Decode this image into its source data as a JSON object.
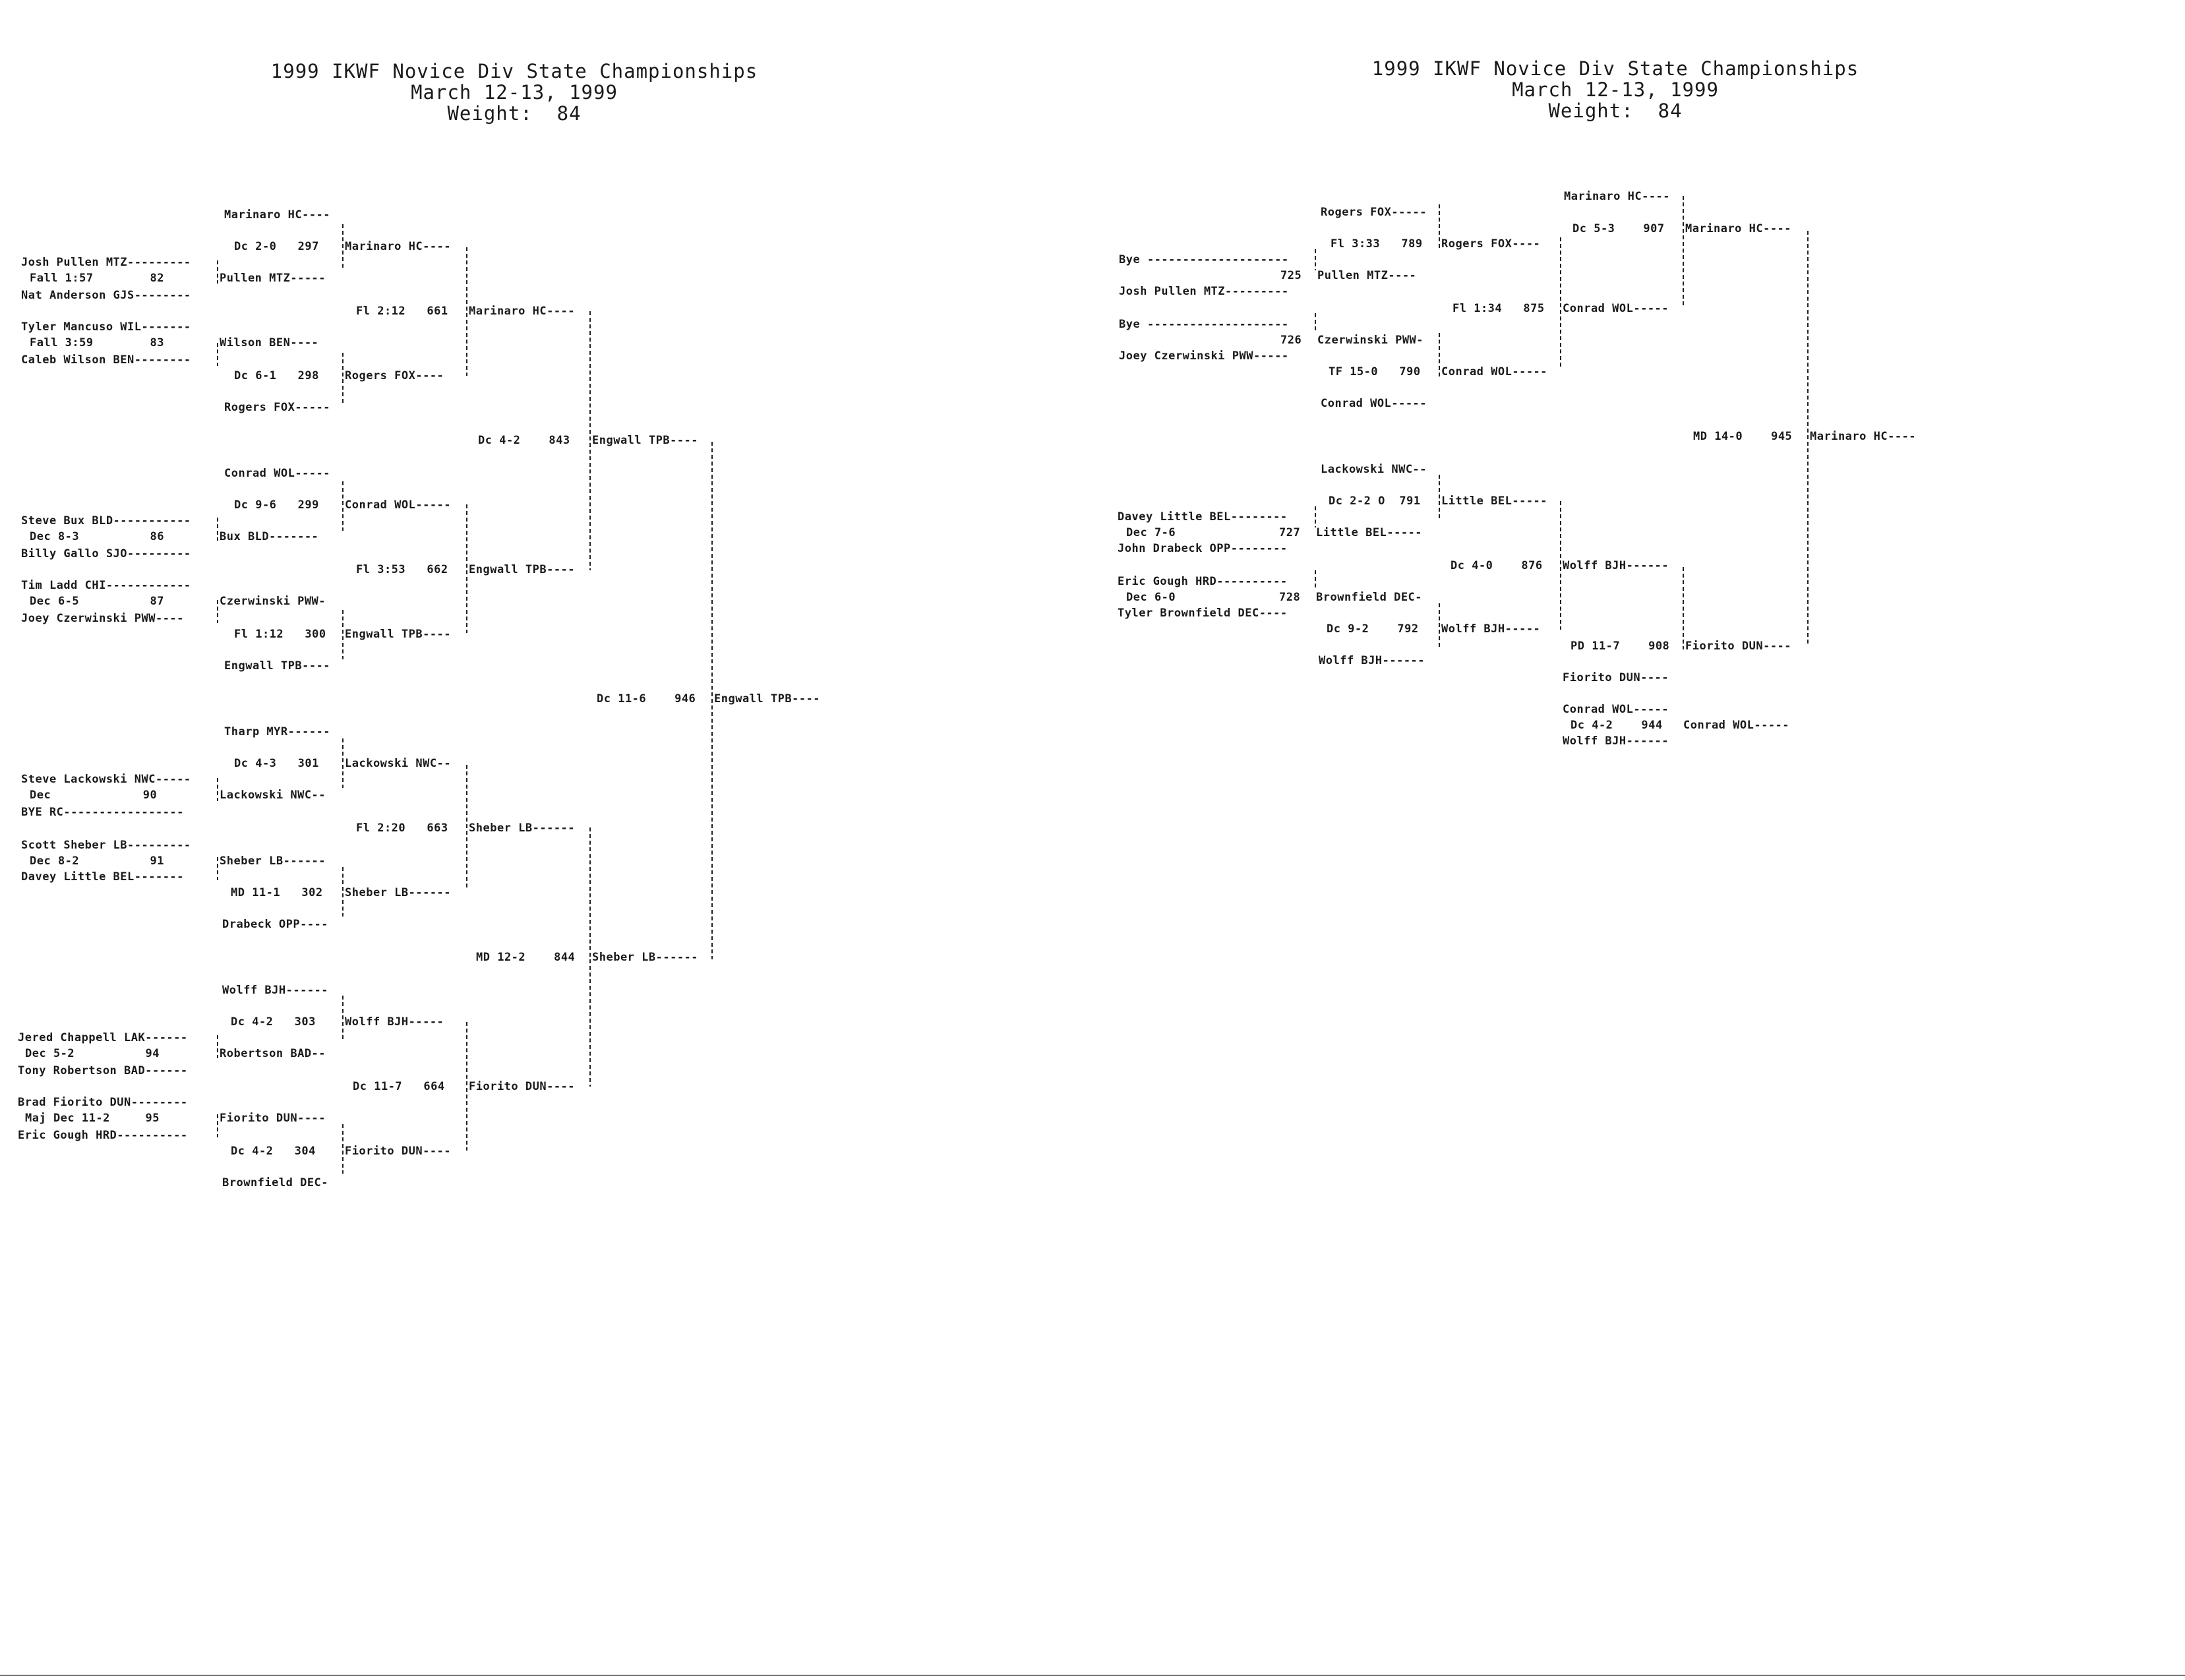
{
  "header_left": {
    "title": "1999 IKWF Novice Div State Championships",
    "date": "March 12-13, 1999",
    "weight": "Weight:  84"
  },
  "header_right": {
    "title": "1999 IKWF Novice Div State Championships",
    "date": "March 12-13, 1999",
    "weight": "Weight:  84"
  },
  "championship": [
    "Marinaro HC----",
    "Dc 2-0   297",
    "Marinaro HC----",
    "Josh Pullen MTZ---------",
    "Fall 1:57        82",
    "Pullen MTZ-----",
    "Nat Anderson GJS--------",
    "Fl 2:12   661",
    "Marinaro HC----",
    "Tyler Mancuso WIL-------",
    "Fall 3:59        83",
    "Wilson BEN----",
    "Caleb Wilson BEN--------",
    "Dc 6-1   298",
    "Rogers FOX----",
    "Rogers FOX-----",
    "Dc 4-2    843",
    "Engwall TPB----",
    "Conrad WOL-----",
    "Dc 9-6   299",
    "Conrad WOL-----",
    "Steve Bux BLD-----------",
    "Dec 8-3          86",
    "Bux BLD-------",
    "Billy Gallo SJO---------",
    "Fl 3:53   662",
    "Engwall TPB----",
    "Tim Ladd CHI------------",
    "Dec 6-5          87",
    "Czerwinski PWW-",
    "Joey Czerwinski PWW----",
    "Fl 1:12   300",
    "Engwall TPB----",
    "Engwall TPB----",
    "Dc 11-6    946",
    "Engwall TPB----",
    "Tharp MYR------",
    "Dc 4-3   301",
    "Lackowski NWC--",
    "Steve Lackowski NWC-----",
    "Dec             90",
    "Lackowski NWC--",
    "BYE RC-----------------",
    "Fl 2:20   663",
    "Sheber LB------",
    "Scott Sheber LB---------",
    "Dec 8-2          91",
    "Sheber LB------",
    "Davey Little BEL-------",
    "MD 11-1   302",
    "Sheber LB------",
    "Drabeck OPP----",
    "MD 12-2    844",
    "Sheber LB------",
    "Wolff BJH------",
    "Dc 4-2   303",
    "Wolff BJH-----",
    "Jered Chappell LAK------",
    "Dec 5-2          94",
    "Robertson BAD--",
    "Tony Robertson BAD------",
    "Dc 11-7   664",
    "Fiorito DUN----",
    "Brad Fiorito DUN--------",
    "Maj Dec 11-2     95",
    "Fiorito DUN----",
    "Eric Gough HRD----------",
    "Dc 4-2   304",
    "Fiorito DUN----",
    "Brownfield DEC-"
  ],
  "consolation": [
    "Marinaro HC----",
    "Rogers FOX-----",
    "Dc 5-3    907",
    "Marinaro HC----",
    "Fl 3:33   789",
    "Rogers FOX----",
    "Bye --------------------",
    "725",
    "Pullen MTZ----",
    "Josh Pullen MTZ---------",
    "Fl 1:34   875",
    "Conrad WOL-----",
    "Bye --------------------",
    "726",
    "Czerwinski PWW-",
    "Joey Czerwinski PWW-----",
    "TF 15-0   790",
    "Conrad WOL-----",
    "Conrad WOL-----",
    "MD 14-0    945",
    "Marinaro HC----",
    "Lackowski NWC--",
    "Dc 2-2 O  791",
    "Little BEL-----",
    "Davey Little BEL--------",
    "Dec 7-6",
    "727",
    "Little BEL-----",
    "John Drabeck OPP--------",
    "Dc 4-0    876",
    "Wolff BJH------",
    "Eric Gough HRD----------",
    "Dec 6-0",
    "728",
    "Brownfield DEC-",
    "Tyler Brownfield DEC----",
    "Dc 9-2    792",
    "Wolff BJH-----",
    "PD 11-7    908",
    "Fiorito DUN----",
    "Wolff BJH------",
    "Fiorito DUN----",
    "Conrad WOL-----",
    "Dc 4-2    944",
    "Conrad WOL-----",
    "Wolff BJH------"
  ]
}
